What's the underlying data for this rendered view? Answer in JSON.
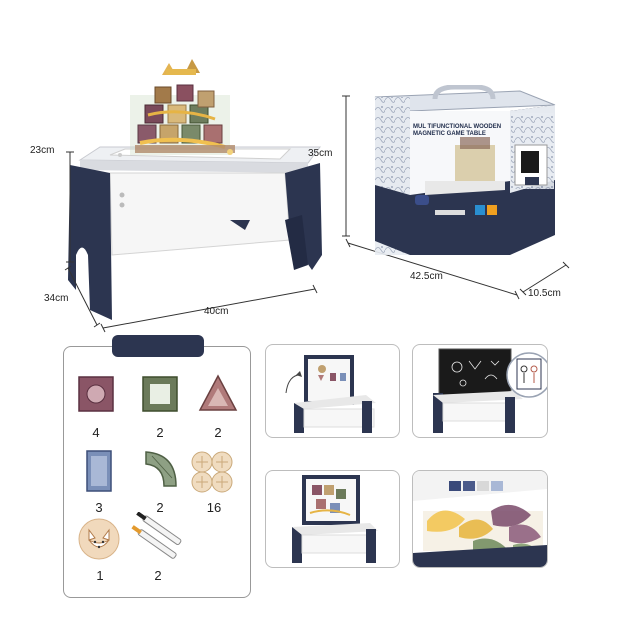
{
  "dimensions": {
    "table_height": "23cm",
    "table_depth": "34cm",
    "table_width": "40cm",
    "box_height": "35cm",
    "box_width": "42.5cm",
    "box_depth": "10.5cm"
  },
  "box": {
    "title_line1": "MUL TIFUNCTIONAL WOODEN",
    "title_line2": "MAGNETIC GAME TABLE"
  },
  "parts": [
    {
      "name": "square-magnetic-tile-icon",
      "count": "4"
    },
    {
      "name": "frame-magnetic-tile-icon",
      "count": "2"
    },
    {
      "name": "triangle-magnetic-tile-icon",
      "count": "2"
    },
    {
      "name": "rectangle-magnetic-tile-icon",
      "count": "3"
    },
    {
      "name": "curved-track-piece-icon",
      "count": "2"
    },
    {
      "name": "wooden-connector-disc-icon",
      "count": "16"
    },
    {
      "name": "fox-puzzle-board-icon",
      "count": "1"
    },
    {
      "name": "marker-pen-icon",
      "count": "2"
    }
  ],
  "colors": {
    "navy": "#2c3550",
    "white_panel": "#f4f4f4",
    "wood": "#e8cfa8",
    "blackboard": "#1a1a1a"
  }
}
